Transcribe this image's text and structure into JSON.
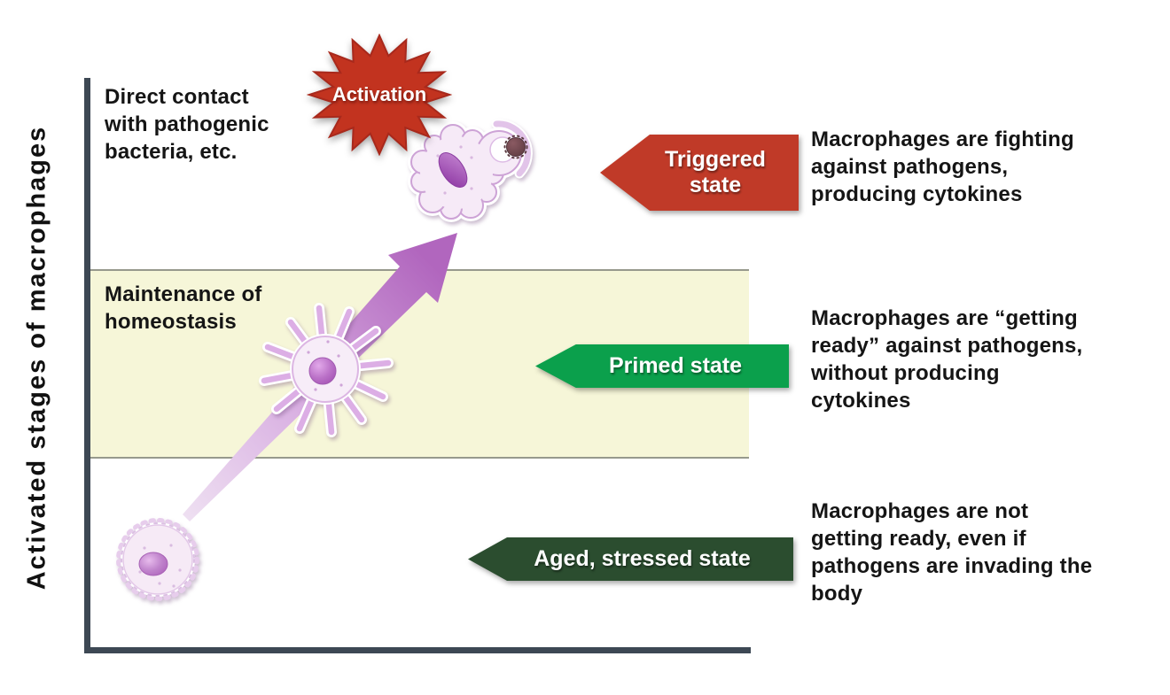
{
  "y_axis_label": "Activated stages of macrophages",
  "annotations": {
    "direct_contact_lines": [
      "Direct contact",
      "with pathogenic",
      "bacteria, etc."
    ],
    "maintenance_lines": [
      "Maintenance of",
      "homeostasis"
    ]
  },
  "activation_burst": {
    "label": "Activation",
    "color": "#c2331f"
  },
  "states": [
    {
      "label": "Triggered state",
      "label_lines": [
        "Triggered",
        "state"
      ],
      "arrow_color": "#c03a28",
      "description_lines": [
        "Macrophages are fighting",
        "against pathogens,",
        "producing cytokines"
      ]
    },
    {
      "label": "Primed state",
      "arrow_color": "#0ba04c",
      "description_lines": [
        "Macrophages are “getting",
        "ready” against pathogens,",
        "without producing",
        "cytokines"
      ]
    },
    {
      "label": "Aged, stressed state",
      "arrow_color": "#2b4d2f",
      "description_lines": [
        "Macrophages are not",
        "getting ready, even if",
        "pathogens are invading the",
        "body"
      ]
    }
  ],
  "colors": {
    "band": "#f6f6d8",
    "axis": "#3d4854",
    "progression_arrow_start": "#efe1f2",
    "progression_arrow_end": "#b166be",
    "cell_body": "#f6eaf7",
    "nucleus": "#9c44ae",
    "pathogen": "#6f4a50"
  }
}
